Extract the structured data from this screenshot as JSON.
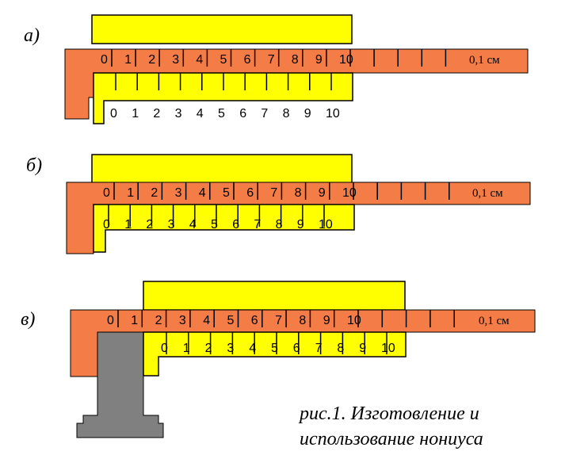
{
  "panels": [
    {
      "label": "а)"
    },
    {
      "label": "б)"
    },
    {
      "label": "в)"
    }
  ],
  "scale": {
    "main_numbers": [
      "0",
      "1",
      "2",
      "3",
      "4",
      "5",
      "6",
      "7",
      "8",
      "9",
      "10"
    ],
    "vernier_numbers": [
      "0",
      "1",
      "2",
      "3",
      "4",
      "5",
      "6",
      "7",
      "8",
      "9",
      "10"
    ],
    "unit_label": "0,1 см"
  },
  "caption": {
    "line1": "рис.1. Изготовление и",
    "line2": "использование нониуса"
  },
  "colors": {
    "main_bar": "#F47C46",
    "vernier": "#FFFF00",
    "object": "#808080",
    "outline": "#000000"
  }
}
